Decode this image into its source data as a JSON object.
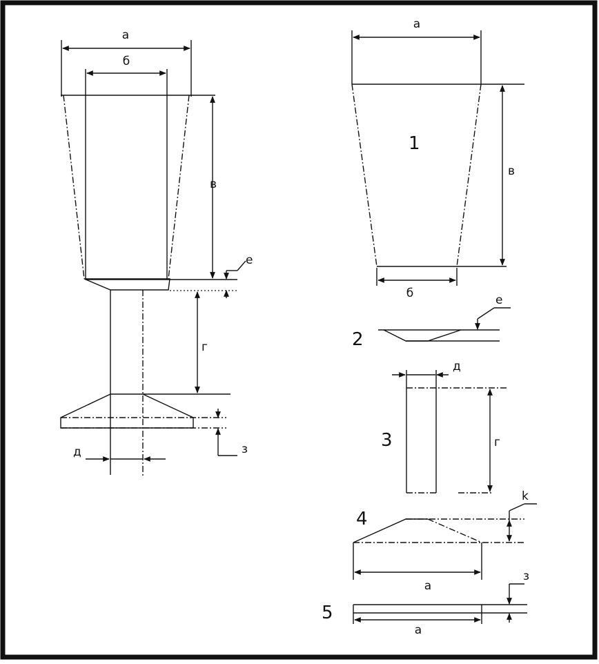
{
  "left": {
    "a": "а",
    "b": "б",
    "v": "в",
    "e": "е",
    "g": "г",
    "d": "д",
    "z": "з"
  },
  "parts": {
    "p1": {
      "number": "1",
      "a": "а",
      "b": "б",
      "v": "в"
    },
    "p2": {
      "number": "2",
      "e": "е"
    },
    "p3": {
      "number": "3",
      "d": "д",
      "g": "г"
    },
    "p4": {
      "number": "4",
      "k": "k",
      "a": "а"
    },
    "p5": {
      "number": "5",
      "z": "з",
      "a": "а"
    }
  }
}
